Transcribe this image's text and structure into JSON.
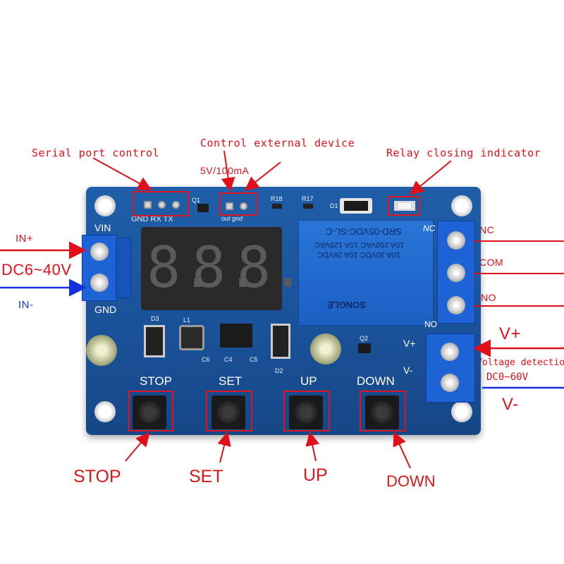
{
  "callouts": {
    "serial_port": "Serial port control",
    "control_external": "Control external device",
    "five_volt": "5V/100mA",
    "relay_indicator": "Relay closing indicator"
  },
  "left_side": {
    "in_plus": "IN+",
    "dc_range": "DC6~40V",
    "in_minus": "IN-"
  },
  "right_side": {
    "nc": "NC",
    "com": "COM",
    "no": "NO",
    "v_plus": "V+",
    "voltage_detection": "Voltage detection",
    "dc_detect_range": "DC0~60V",
    "v_minus": "V-"
  },
  "bottom_labels": {
    "stop": "STOP",
    "set": "SET",
    "up": "UP",
    "down": "DOWN"
  },
  "silkscreen": {
    "vin": "VIN",
    "gnd": "GND",
    "serial_pins": "GND RX TX",
    "out_gnd": "out gnd",
    "q1": "Q1",
    "r18": "R18",
    "r17": "R17",
    "d1": "D1",
    "nc": "NC",
    "no": "NO",
    "v_plus": "V+",
    "v_minus": "V-",
    "d3": "D3",
    "l1": "L1",
    "d2": "D2",
    "q2": "Q2",
    "c6": "C6",
    "c4": "C4",
    "c5": "C5",
    "stop": "STOP",
    "set": "SET",
    "up": "UP",
    "down": "DOWN"
  },
  "relay": {
    "model": "SRD-05VDC-SL-C",
    "line1": "10A 250VAC  10A 125VAC",
    "line2": "10A 30VDC  10A 28VDC",
    "brand": "SONGLE"
  },
  "display": {
    "digits": [
      "8.",
      "8.",
      "8."
    ]
  },
  "colors": {
    "board": "#1a5198",
    "callout_red": "#e0101a",
    "arrow_blue": "#1530e0",
    "terminal_blue": "#1e63d6"
  }
}
